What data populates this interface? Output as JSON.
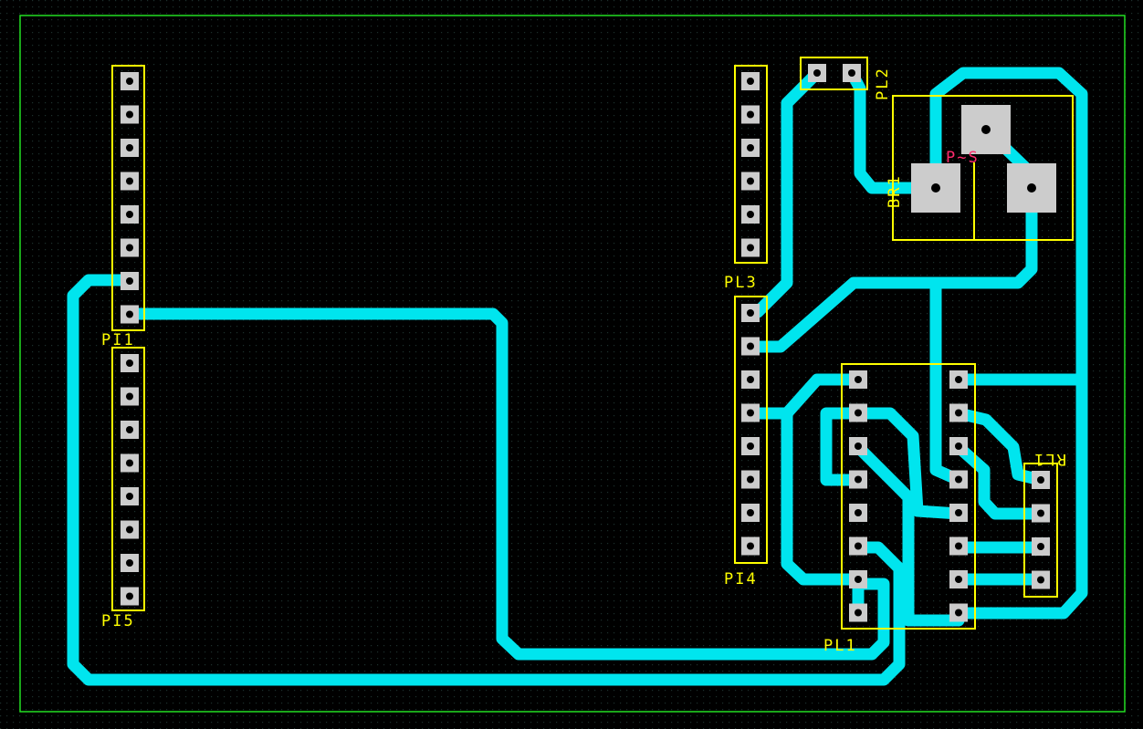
{
  "board": {
    "background_color": "#000000",
    "grid_color": "#1c2f2c",
    "outline_color": "#22dd22",
    "track_color": "#00e5ee",
    "silkscreen_color": "#ffff00",
    "pad_color": "#cccccc",
    "alt_label_color": "#ff2a6d"
  },
  "components": {
    "pl1": {
      "label": "PL1",
      "pins": 16
    },
    "pl2": {
      "label": "PL2",
      "pins": 2
    },
    "pl3": {
      "label": "PL3",
      "pins": 6
    },
    "pl4": {
      "label": "PI4",
      "pins": 8
    },
    "pi1": {
      "label": "PI1",
      "pins": 8
    },
    "pi5": {
      "label": "PI5",
      "pins": 8
    },
    "rl1": {
      "label": "RL1",
      "pins": 4
    },
    "br1": {
      "label": "BR1",
      "sublabel": "P~S",
      "pins": 3
    }
  }
}
